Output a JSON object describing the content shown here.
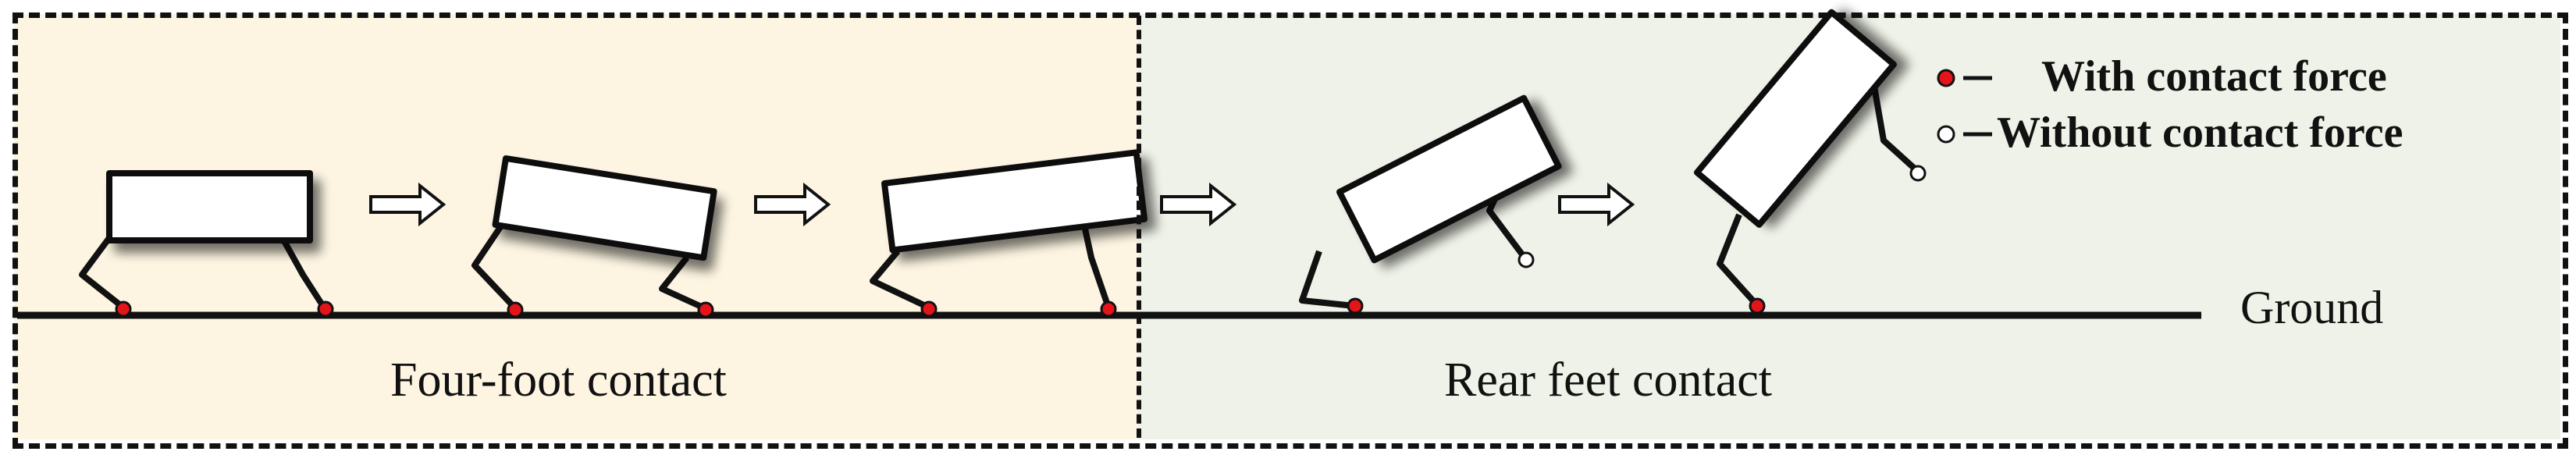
{
  "diagram": {
    "sections": {
      "left": "Four-foot contact",
      "right": "Rear feet contact"
    },
    "ground_label": "Ground",
    "legend": {
      "with_force": "With contact force",
      "without_force": "Without contact force"
    },
    "colors": {
      "left_bg": "#fdf5e2",
      "right_bg": "#eff2e8",
      "contact_red": "#e4141b",
      "line": "#111111"
    },
    "icons": [
      "arrow-right-icon"
    ]
  }
}
